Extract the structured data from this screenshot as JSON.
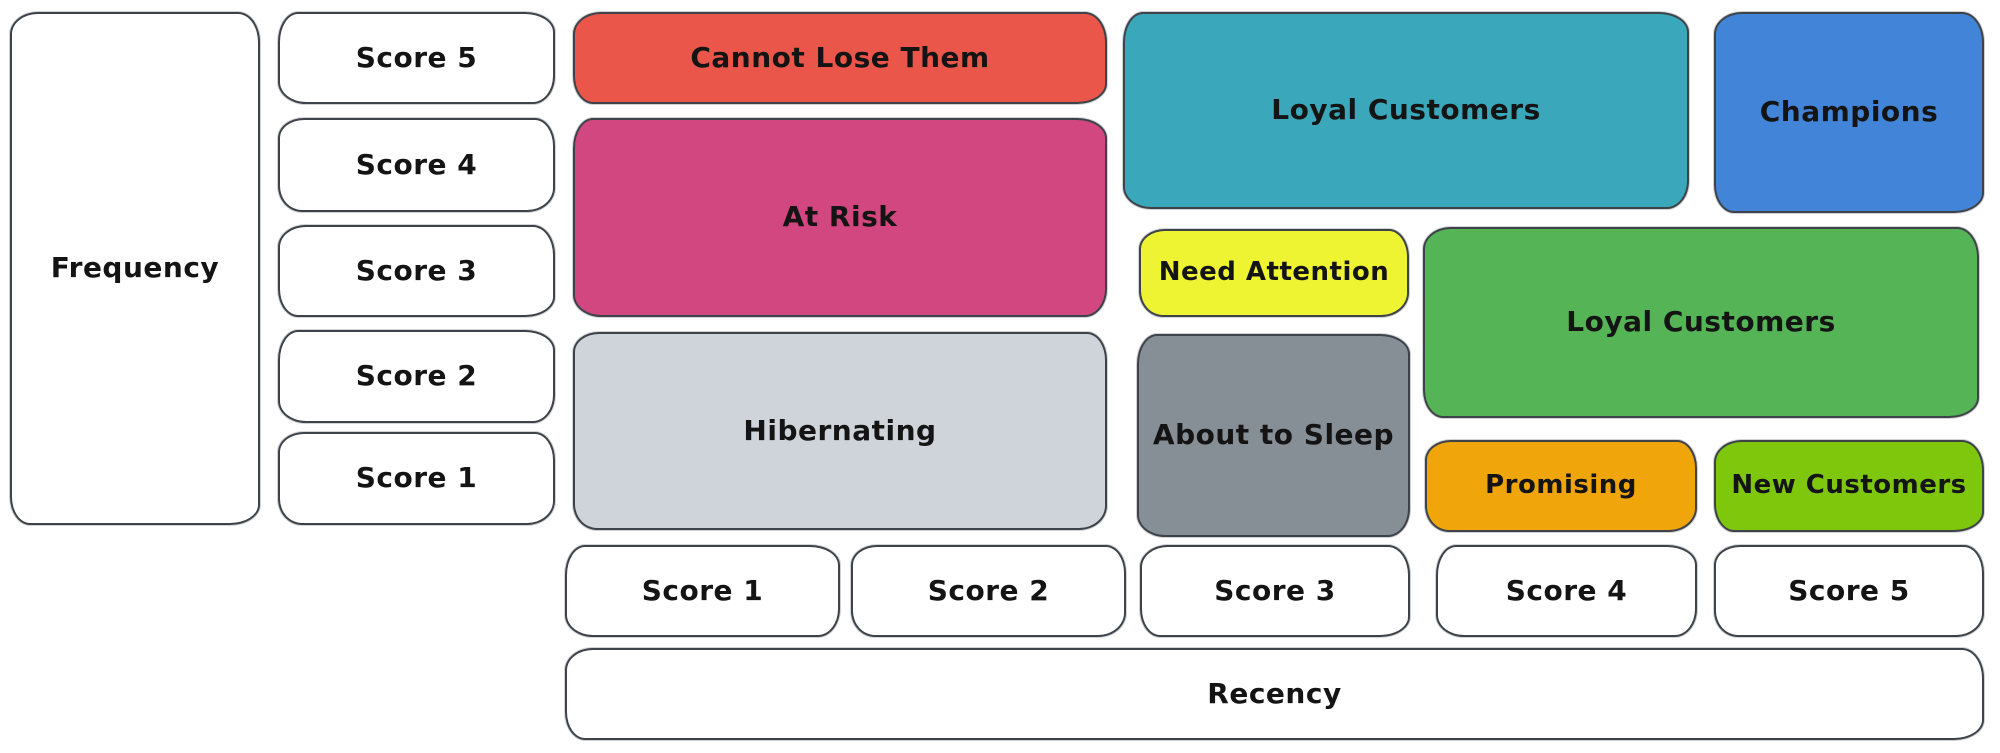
{
  "frequency_axis": {
    "label": "Frequency",
    "scores": [
      "Score 5",
      "Score 4",
      "Score 3",
      "Score 2",
      "Score 1"
    ]
  },
  "recency_axis": {
    "label": "Recency",
    "scores": [
      "Score 1",
      "Score 2",
      "Score 3",
      "Score 4",
      "Score 5"
    ]
  },
  "segments": {
    "cannot_lose_them": {
      "label": "Cannot Lose Them",
      "color": "#eb564b",
      "text_color": "#141414",
      "recency_scores": "1-2",
      "frequency_scores": "5"
    },
    "at_risk": {
      "label": "At Risk",
      "color": "#d34780",
      "text_color": "#141414",
      "recency_scores": "1-2",
      "frequency_scores": "3-4"
    },
    "hibernating": {
      "label": "Hibernating",
      "color": "#ced4da",
      "text_color": "#141414",
      "recency_scores": "1-2",
      "frequency_scores": "1-2"
    },
    "loyal_customers_top": {
      "label": "Loyal Customers",
      "color": "#3aa8ba",
      "text_color": "#141414",
      "recency_scores": "3-4",
      "frequency_scores": "4-5"
    },
    "champions": {
      "label": "Champions",
      "color": "#4285d8",
      "text_color": "#141414",
      "recency_scores": "5",
      "frequency_scores": "4-5"
    },
    "need_attention": {
      "label": "Need Attention",
      "color": "#eef431",
      "text_color": "#141414",
      "recency_scores": "3",
      "frequency_scores": "3"
    },
    "loyal_customers_right": {
      "label": "Loyal Customers",
      "color": "#55b455",
      "text_color": "#141414",
      "recency_scores": "4-5",
      "frequency_scores": "2-3"
    },
    "about_to_sleep": {
      "label": "About to Sleep",
      "color": "#868e96",
      "text_color": "#141414",
      "recency_scores": "3",
      "frequency_scores": "1-2"
    },
    "promising": {
      "label": "Promising",
      "color": "#f0a60a",
      "text_color": "#141414",
      "recency_scores": "4",
      "frequency_scores": "1"
    },
    "new_customers": {
      "label": "New Customers",
      "color": "#7fc70d",
      "text_color": "#141414",
      "recency_scores": "5",
      "frequency_scores": "1"
    }
  },
  "colors": {
    "background": "#ffffff",
    "stroke": "#3d4349",
    "text": "#141414"
  }
}
